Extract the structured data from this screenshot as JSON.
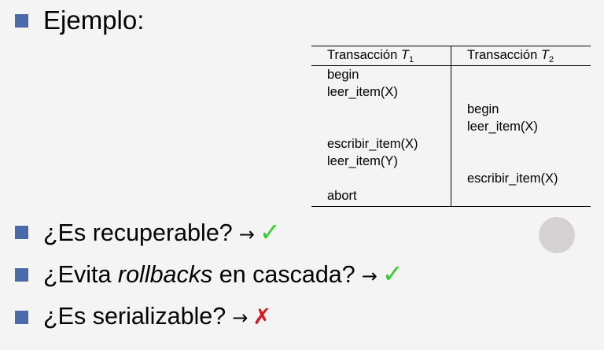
{
  "heading": "Ejemplo:",
  "table": {
    "header_t1_prefix": "Transacción",
    "header_t1_var": "T",
    "header_t1_sub": "1",
    "header_t2_prefix": "Transacción",
    "header_t2_var": "T",
    "header_t2_sub": "2",
    "rows": [
      {
        "t1": "begin",
        "t2": ""
      },
      {
        "t1": "leer_item(X)",
        "t2": ""
      },
      {
        "t1": "",
        "t2": "begin"
      },
      {
        "t1": "",
        "t2": "leer_item(X)"
      },
      {
        "t1": "escribir_item(X)",
        "t2": ""
      },
      {
        "t1": "leer_item(Y)",
        "t2": ""
      },
      {
        "t1": "",
        "t2": "escribir_item(X)"
      },
      {
        "t1": "abort",
        "t2": ""
      }
    ]
  },
  "questions": [
    {
      "pre": "¿Es recuperable?",
      "em": "",
      "post": "",
      "arrow": "→",
      "mark": "✓",
      "mark_type": "yes"
    },
    {
      "pre": "¿Evita ",
      "em": "rollbacks",
      "post": " en cascada?",
      "arrow": "→",
      "mark": "✓",
      "mark_type": "yes"
    },
    {
      "pre": "¿Es serializable?",
      "em": "",
      "post": "",
      "arrow": "→",
      "mark": "✗",
      "mark_type": "no"
    }
  ],
  "colors": {
    "bullet": "#4a6aaa",
    "check": "#2fd02a",
    "cross": "#e0141a",
    "background": "#f4f4f4"
  }
}
